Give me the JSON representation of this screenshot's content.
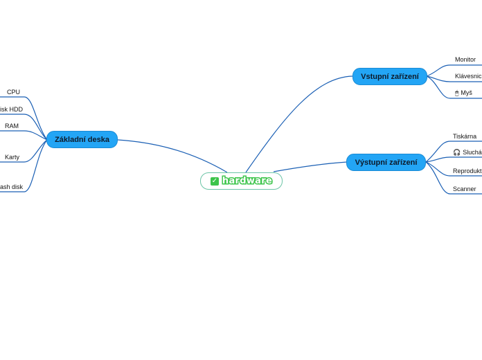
{
  "root": {
    "label": "hardware",
    "icon": "checkmark-icon"
  },
  "topics": {
    "zakladni": {
      "label": "Základní deska",
      "items": [
        "CPU",
        "isk HDD",
        "RAM",
        "Karty",
        "ash disk"
      ]
    },
    "vstupni": {
      "label": "Vstupní zařízení",
      "items": [
        {
          "label": "Monitor"
        },
        {
          "label": "Klávesnic"
        },
        {
          "label": "Myš",
          "icon": "mouse-icon"
        }
      ]
    },
    "vystupni": {
      "label": "Výstupní zařízení",
      "items": [
        {
          "label": "Tiskárna"
        },
        {
          "label": "Sluchá",
          "icon": "headphones-icon"
        },
        {
          "label": "Reprodukt"
        },
        {
          "label": "Scanner"
        }
      ]
    }
  },
  "colors": {
    "topic_fill": "#23a5f5",
    "connector": "#1a5fb4",
    "root_border": "#6bc4a6",
    "root_text": "#3cc44a"
  }
}
